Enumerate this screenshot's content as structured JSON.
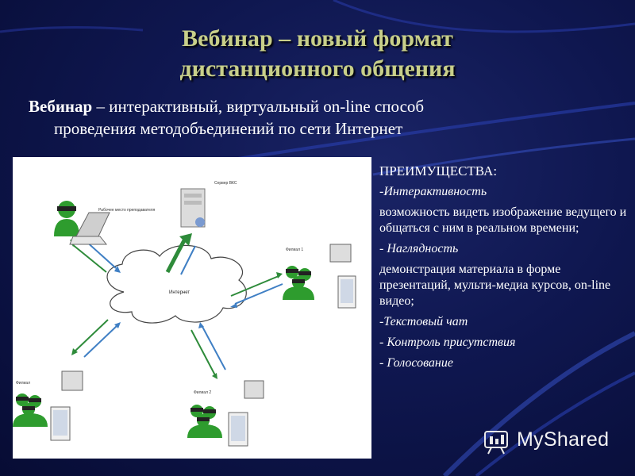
{
  "slide": {
    "title_line1": "Вебинар – новый формат",
    "title_line2": "дистанционного общения",
    "definition_term": "Вебинар",
    "definition_rest_line1": " – интерактивный, виртуальный on-line способ",
    "definition_line2": "проведения методобъединений по сети Интернет"
  },
  "diagram": {
    "cloud_label": "Интернет",
    "server_label": "Сервер ВКС",
    "presenter_label": "Рабочее место преподавателя",
    "group1_label": "Филиал 1",
    "group2_label": "Филиал 2",
    "group3_label": "Филиал"
  },
  "advantages": {
    "heading": "ПРЕИМУЩЕСТВА:",
    "item1_title": "-Интерактивность",
    "item1_desc": "возможность видеть изображение ведущего и общаться с ним в реальном времени;",
    "item2_title": "- Наглядность",
    "item2_desc": "демонстрация материала в форме презентаций, мульти-медиа курсов, on-line видео;",
    "item3_title": "-Текстовый чат",
    "item4_title": "- Контроль присутствия",
    "item5_title": "- Голосование"
  },
  "watermark": {
    "text": "MyShared"
  },
  "colors": {
    "title": "#c8cf8a",
    "background": "#0f1750",
    "arrow_green": "#2e8b3a",
    "arrow_blue": "#3f7fc4"
  }
}
